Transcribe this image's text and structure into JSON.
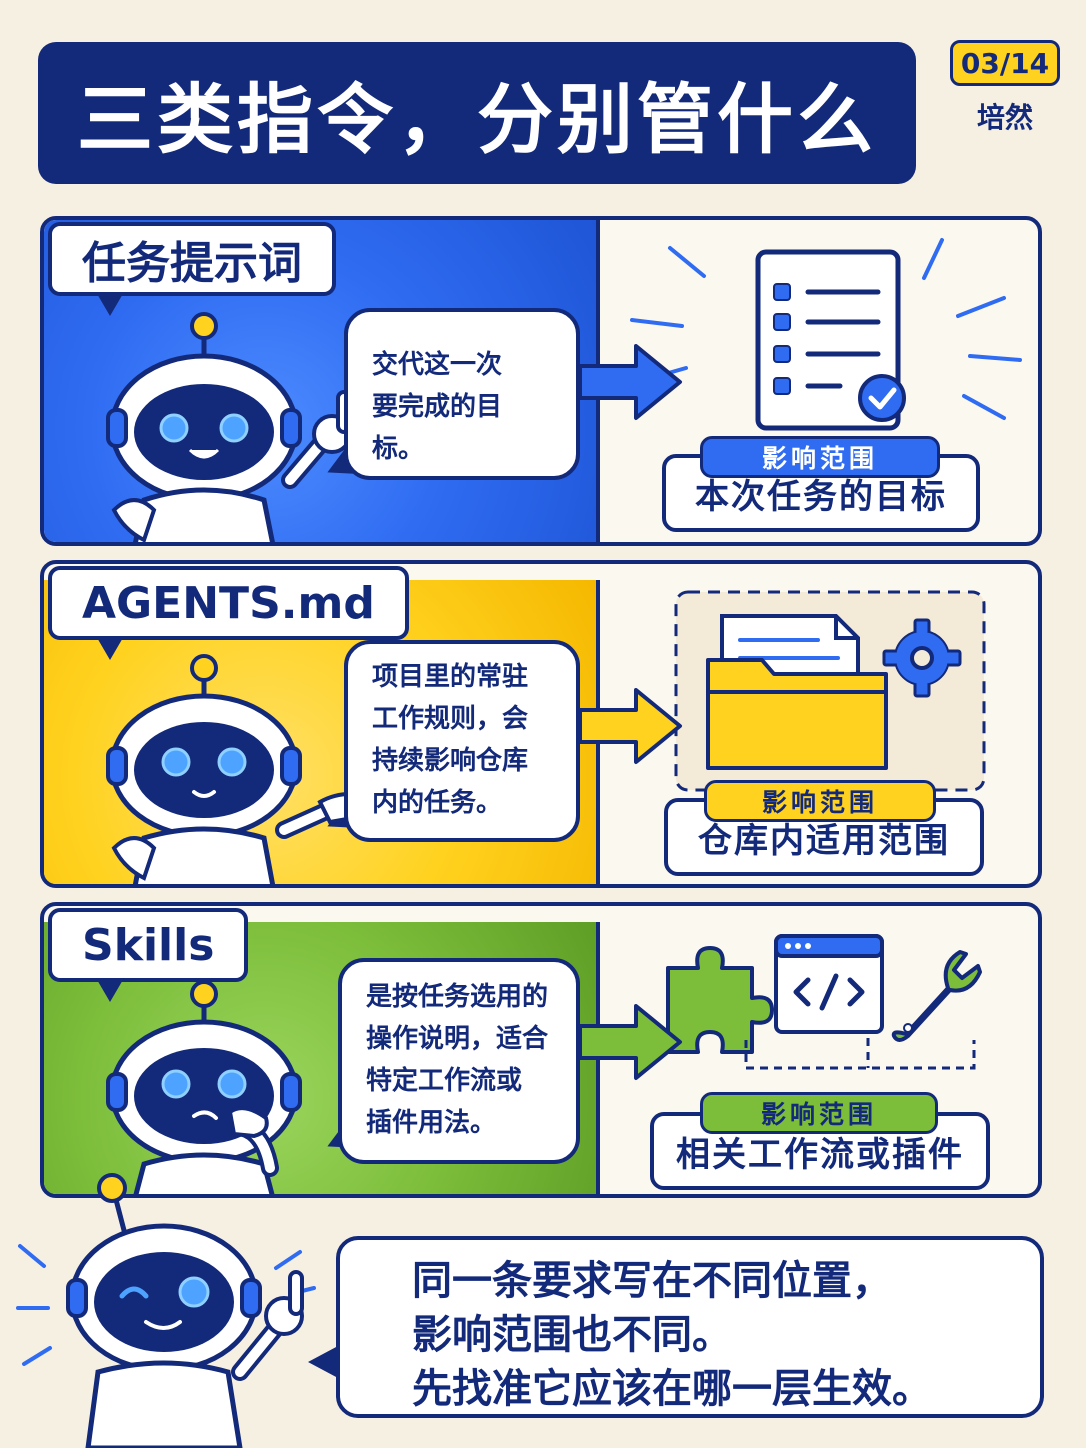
{
  "header": {
    "title": "三类指令，分别管什么",
    "page_indicator": "03/14",
    "author": "培然"
  },
  "colors": {
    "navy": "#13297a",
    "blue": "#2f6cf2",
    "yellow": "#ffd21f",
    "green": "#7cbd3a",
    "background": "#f6f0e3"
  },
  "sections": [
    {
      "label": "任务提示词",
      "bubble_lines": [
        "交代这一次",
        "要完成的目标。"
      ],
      "icon": "checklist-document-icon",
      "scope_title": "影响范围",
      "scope_value": "本次任务的目标"
    },
    {
      "label": "AGENTS.md",
      "bubble_lines": [
        "项目里的常驻",
        "工作规则，会",
        "持续影响仓库",
        "内的任务。"
      ],
      "icon": "folder-with-settings-icon",
      "scope_title": "影响范围",
      "scope_value": "仓库内适用范围"
    },
    {
      "label": "Skills",
      "bubble_lines": [
        "是按任务选用的",
        "操作说明，适合",
        "特定工作流或",
        "插件用法。"
      ],
      "icon": "puzzle-code-wrench-icon",
      "scope_title": "影响范围",
      "scope_value": "相关工作流或插件"
    }
  ],
  "footer": {
    "lines": [
      "同一条要求写在不同位置，",
      "影响范围也不同。",
      "先找准它应该在哪一层生效。"
    ]
  }
}
